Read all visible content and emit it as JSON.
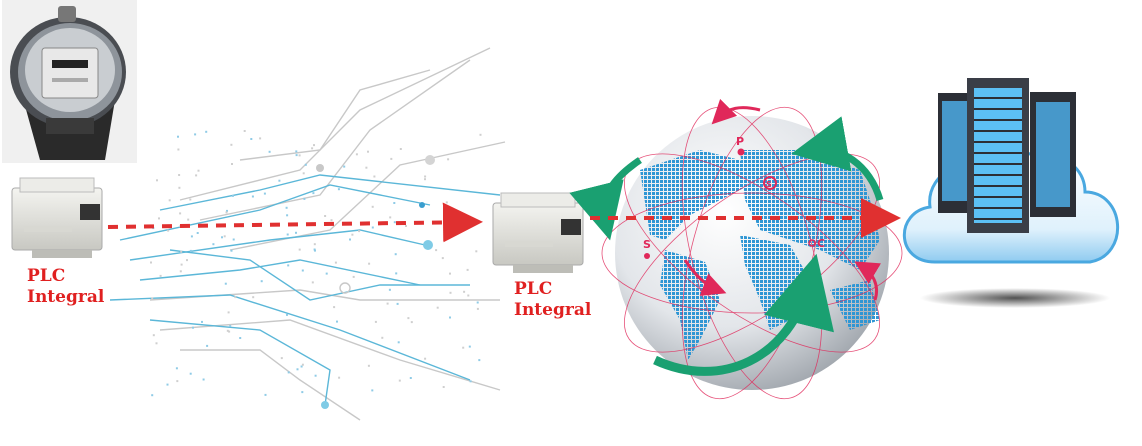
{
  "labels": {
    "plc_left": {
      "line1": "PLC",
      "line2": "Integral"
    },
    "plc_mid": {
      "line1": "PLC",
      "line2": "Integral"
    },
    "globe_points": {
      "p": "P",
      "s_top": "S",
      "s_left": "S",
      "c": "C"
    }
  },
  "icons": [
    "electricity-meter-icon",
    "plc-module-icon",
    "globe-network-icon",
    "cloud-server-icon",
    "arrow-right-icon"
  ],
  "colors": {
    "plc_label": "#e02020",
    "data_arrow": "#e03030",
    "globe_arrow_green": "#1aa071",
    "globe_arrow_pink": "#e0285a",
    "circuit_blue": "#5bb7d8",
    "circuit_gray": "#c8c8c8",
    "cloud_blue": "#4aa8e0",
    "server_dark": "#2c2f36",
    "server_light": "#4fb3f0"
  }
}
